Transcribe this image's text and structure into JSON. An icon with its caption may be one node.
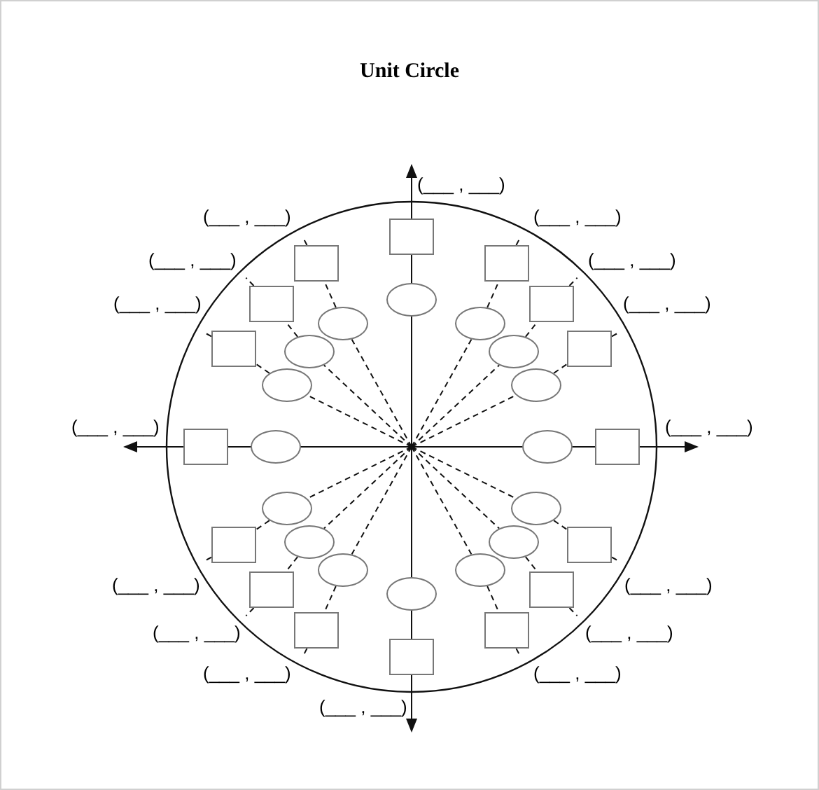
{
  "diagram": {
    "title": "Unit Circle",
    "nodes": [
      {
        "text": [],
        "shape": "box"
      },
      {
        "text": [],
        "shape": "box"
      },
      {
        "text": [],
        "shape": "box"
      },
      {
        "text": [],
        "shape": "box"
      },
      {
        "text": [],
        "shape": "box"
      },
      {
        "text": [],
        "shape": "box"
      },
      {
        "text": [],
        "shape": "box"
      },
      {
        "text": [],
        "shape": "box"
      },
      {
        "text": [],
        "shape": "box"
      },
      {
        "text": [],
        "shape": "box"
      },
      {
        "text": [],
        "shape": "box"
      },
      {
        "text": [],
        "shape": "box"
      },
      {
        "text": [],
        "shape": "box"
      },
      {
        "text": [],
        "shape": "box"
      },
      {
        "text": [],
        "shape": "box"
      },
      {
        "text": [],
        "shape": "box"
      },
      {
        "text": [],
        "shape": "ellipse"
      },
      {
        "text": [],
        "shape": "ellipse"
      },
      {
        "text": [],
        "shape": "ellipse"
      },
      {
        "text": [],
        "shape": "ellipse"
      },
      {
        "text": [],
        "shape": "ellipse"
      },
      {
        "text": [],
        "shape": "ellipse"
      },
      {
        "text": [],
        "shape": "ellipse"
      },
      {
        "text": [],
        "shape": "ellipse"
      },
      {
        "text": [],
        "shape": "ellipse"
      },
      {
        "text": [],
        "shape": "ellipse"
      },
      {
        "text": [],
        "shape": "ellipse"
      },
      {
        "text": [],
        "shape": "ellipse"
      },
      {
        "text": [],
        "shape": "ellipse"
      },
      {
        "text": [],
        "shape": "ellipse"
      },
      {
        "text": [],
        "shape": "ellipse"
      },
      {
        "text": [],
        "shape": "ellipse"
      }
    ],
    "edges": [
      {
        "from": null,
        "to": 17,
        "arrow": "none",
        "style": "dashed"
      },
      {
        "from": 17,
        "to": 1,
        "arrow": "none",
        "style": "dashed"
      },
      {
        "from": 1,
        "to": null,
        "arrow": "none",
        "style": "dashed"
      },
      {
        "from": null,
        "to": 18,
        "arrow": "none",
        "style": "dashed"
      },
      {
        "from": 18,
        "to": 2,
        "arrow": "none",
        "style": "dashed"
      },
      {
        "from": 2,
        "to": null,
        "arrow": "none",
        "style": "dashed"
      },
      {
        "from": null,
        "to": 19,
        "arrow": "none",
        "style": "dashed"
      },
      {
        "from": 19,
        "to": 3,
        "arrow": "none",
        "style": "dashed"
      },
      {
        "from": 3,
        "to": null,
        "arrow": "none",
        "style": "dashed"
      },
      {
        "from": null,
        "to": 20,
        "arrow": "none",
        "style": "dashed"
      },
      {
        "from": 20,
        "to": 4,
        "arrow": "none",
        "style": "dashed"
      },
      {
        "from": 4,
        "to": null,
        "arrow": "none",
        "style": "dashed"
      },
      {
        "from": null,
        "to": 21,
        "arrow": "none",
        "style": "dashed"
      },
      {
        "from": 21,
        "to": 5,
        "arrow": "none",
        "style": "dashed"
      },
      {
        "from": 5,
        "to": null,
        "arrow": "none",
        "style": "dashed"
      },
      {
        "from": null,
        "to": 22,
        "arrow": "none",
        "style": "dashed"
      },
      {
        "from": 22,
        "to": 6,
        "arrow": "none",
        "style": "dashed"
      },
      {
        "from": 6,
        "to": null,
        "arrow": "none",
        "style": "dashed"
      },
      {
        "from": null,
        "to": 25,
        "arrow": "none",
        "style": "dashed"
      },
      {
        "from": 25,
        "to": 9,
        "arrow": "none",
        "style": "dashed"
      },
      {
        "from": 9,
        "to": null,
        "arrow": "none",
        "style": "dashed"
      },
      {
        "from": null,
        "to": 26,
        "arrow": "none",
        "style": "dashed"
      },
      {
        "from": 26,
        "to": 10,
        "arrow": "none",
        "style": "dashed"
      },
      {
        "from": 10,
        "to": null,
        "arrow": "none",
        "style": "dashed"
      },
      {
        "from": null,
        "to": 27,
        "arrow": "none",
        "style": "dashed"
      },
      {
        "from": 27,
        "to": 11,
        "arrow": "none",
        "style": "dashed"
      },
      {
        "from": 11,
        "to": null,
        "arrow": "none",
        "style": "dashed"
      },
      {
        "from": null,
        "to": 28,
        "arrow": "none",
        "style": "dashed"
      },
      {
        "from": 28,
        "to": 12,
        "arrow": "none",
        "style": "dashed"
      },
      {
        "from": 12,
        "to": null,
        "arrow": "none",
        "style": "dashed"
      },
      {
        "from": null,
        "to": 29,
        "arrow": "none",
        "style": "dashed"
      },
      {
        "from": 29,
        "to": 13,
        "arrow": "none",
        "style": "dashed"
      },
      {
        "from": 13,
        "to": null,
        "arrow": "none",
        "style": "dashed"
      },
      {
        "from": null,
        "to": 30,
        "arrow": "none",
        "style": "dashed"
      },
      {
        "from": 30,
        "to": 14,
        "arrow": "none",
        "style": "dashed"
      },
      {
        "from": 14,
        "to": null,
        "arrow": "none",
        "style": "dashed"
      }
    ],
    "labels": [
      "(___ , ___)",
      "(___ , ___)",
      "(___ , ___)",
      "(___ , ___)",
      "(___ , ___)",
      "(___ , ___)",
      "(___ , ___)",
      "(___ , ___)",
      "(___ , ___)",
      "(___ , ___)",
      "(___ , ___)",
      "(___ , ___)",
      "(___ , ___)",
      "(___ , ___)",
      "(___ , ___)",
      "(___ , ___)"
    ]
  }
}
